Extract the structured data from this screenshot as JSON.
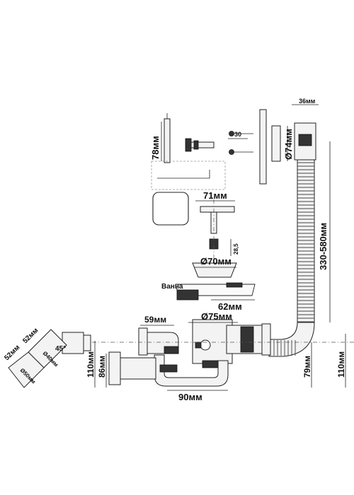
{
  "labels": {
    "d36": "36мм",
    "d78": "78мм",
    "d30": "30",
    "d74": "Ø74мм",
    "d71": "71мм",
    "d28": "28,5",
    "d70": "Ø70мм",
    "d330": "330-580мм",
    "vanna": "Ванна",
    "d62": "62мм",
    "d59": "59мм",
    "d75": "Ø75мм",
    "d52a": "52мм",
    "d52b": "52мм",
    "d40": "Ø40мм",
    "d45": "45°",
    "d50": "Ø50мм",
    "d110a": "110мм",
    "d86": "86мм",
    "d79": "79мм",
    "d110b": "110мм",
    "d90": "90мм"
  },
  "colors": {
    "line": "#222222",
    "fill": "#f3f3f3",
    "dark": "#333333"
  }
}
